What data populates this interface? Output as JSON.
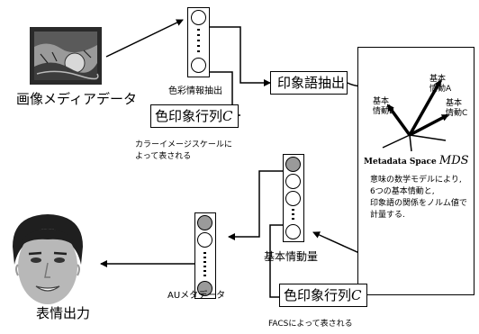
{
  "image_media": {
    "label": "画像メディアデータ"
  },
  "color_extract": {
    "label": "色彩情報抽出"
  },
  "color_matrix_top": {
    "label": "色印象行列",
    "symbol": "C",
    "note_line1": "カラーイメージスケールに",
    "note_line2": "よって表される"
  },
  "impression_extract": {
    "label": "印象語抽出"
  },
  "mds": {
    "axis_a_line1": "基本",
    "axis_a_line2": "情動A",
    "axis_b_line1": "基本",
    "axis_b_line2": "情動B",
    "axis_c_line1": "基本",
    "axis_c_line2": "情動C",
    "title": "Metadata Space",
    "title_symbol": "MDS",
    "desc_line1": "意味の数学モデルにより,",
    "desc_line2": "6つの基本情動と,",
    "desc_line3": "印象語の関係をノルム値で",
    "desc_line4": "計量する."
  },
  "emotion_amount": {
    "label": "基本情動量"
  },
  "au_metadata": {
    "label": "AUメタデータ"
  },
  "color_matrix_bottom": {
    "label": "色印象行列",
    "symbol": "C",
    "note": "FACSによって表される"
  },
  "expression_output": {
    "label": "表情出力"
  }
}
